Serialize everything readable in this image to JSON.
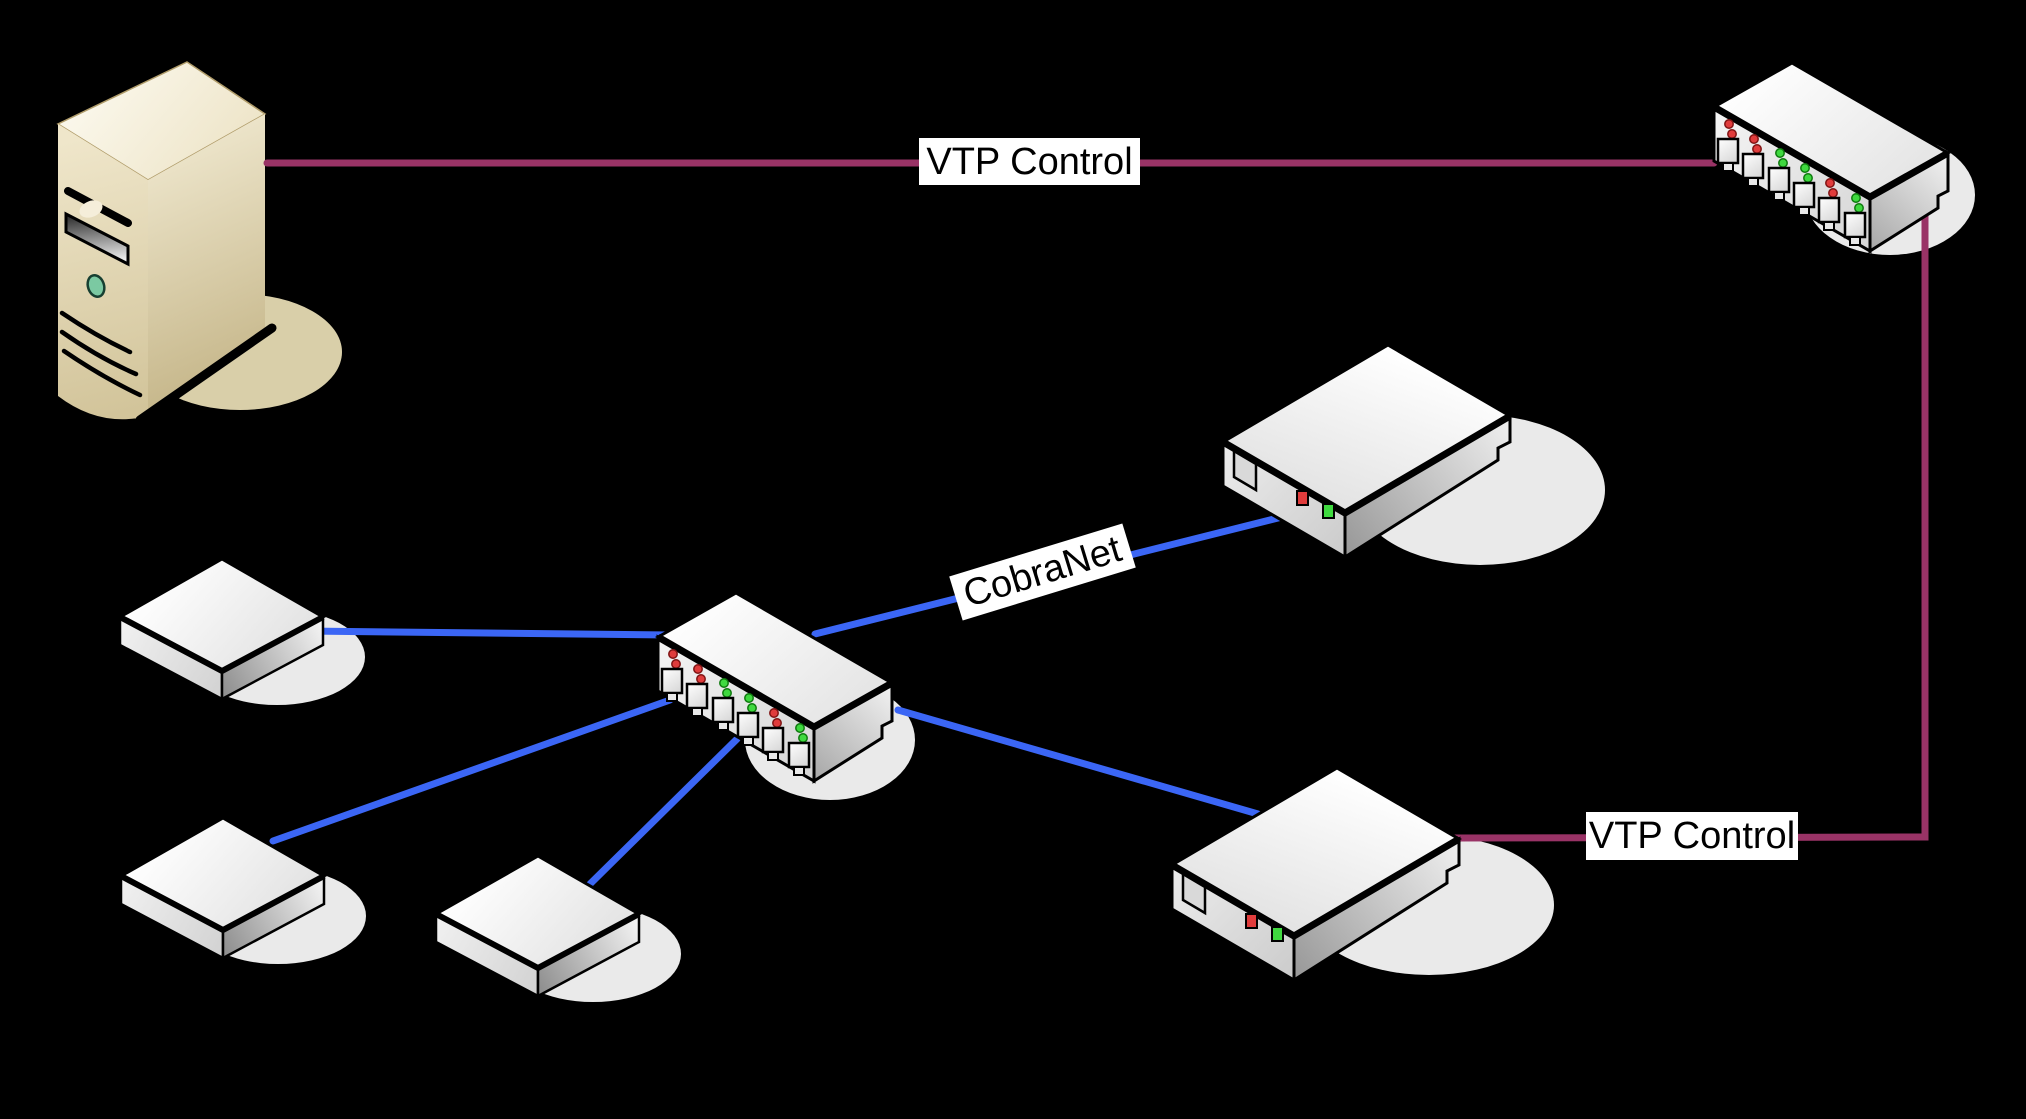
{
  "diagram": {
    "type": "network-topology",
    "background_color": "#000000",
    "labels": {
      "vtp_control_top": "VTP Control",
      "cobranet": "CobraNet",
      "vtp_control_bottom": "VTP Control"
    },
    "colors": {
      "vtp_control_line": "#993366",
      "cobranet_line": "#3B66F5",
      "label_background": "#FFFFFF",
      "label_text": "#000000",
      "led_red": "#E03C3C",
      "led_green": "#3FD93F",
      "server_body_beige": "#E3D8B4",
      "device_body_gray": "#F2F2F2"
    },
    "nodes": [
      {
        "id": "control-server",
        "kind": "server-tower"
      },
      {
        "id": "switch-top-right",
        "kind": "ethernet-switch-6-port",
        "port_leds": [
          "red",
          "red",
          "green",
          "green",
          "red",
          "green"
        ]
      },
      {
        "id": "switch-central",
        "kind": "ethernet-switch-6-port",
        "port_leds": [
          "red",
          "red",
          "green",
          "green",
          "red",
          "green"
        ]
      },
      {
        "id": "device-upper-right",
        "kind": "rack-device",
        "panel_leds": [
          "red",
          "green"
        ]
      },
      {
        "id": "device-lower-right",
        "kind": "rack-device",
        "panel_leds": [
          "red",
          "green"
        ]
      },
      {
        "id": "endpoint-box-1",
        "kind": "flat-box"
      },
      {
        "id": "endpoint-box-2",
        "kind": "flat-box"
      },
      {
        "id": "endpoint-box-3",
        "kind": "flat-box"
      }
    ],
    "connections": [
      {
        "from": "control-server",
        "to": "switch-top-right",
        "label": "VTP Control",
        "color": "#993366"
      },
      {
        "from": "device-lower-right",
        "to": "switch-top-right",
        "label": "VTP Control",
        "color": "#993366"
      },
      {
        "from": "switch-central",
        "to": "device-upper-right",
        "label": "CobraNet",
        "color": "#3B66F5"
      },
      {
        "from": "switch-central",
        "to": "endpoint-box-1",
        "color": "#3B66F5"
      },
      {
        "from": "switch-central",
        "to": "endpoint-box-2",
        "color": "#3B66F5"
      },
      {
        "from": "switch-central",
        "to": "endpoint-box-3",
        "color": "#3B66F5"
      },
      {
        "from": "switch-central",
        "to": "device-lower-right",
        "color": "#3B66F5"
      }
    ]
  }
}
